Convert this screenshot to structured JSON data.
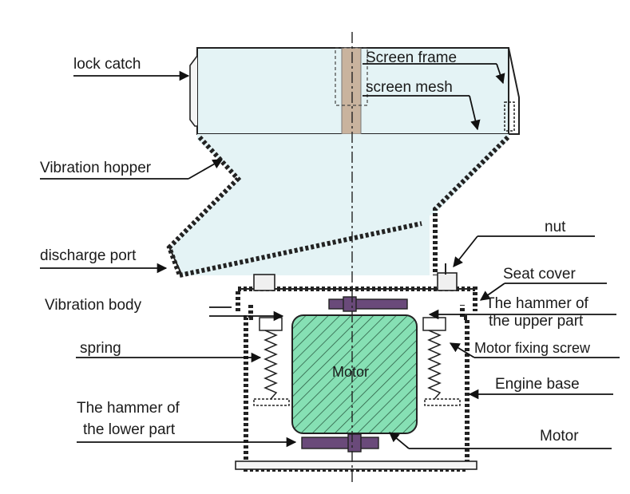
{
  "labels": {
    "lock_catch": "lock catch",
    "screen_frame": "Screen frame",
    "screen_mesh": "screen mesh",
    "vibration_hopper": "Vibration hopper",
    "discharge_port": "discharge port",
    "nut": "nut",
    "seat_cover": "Seat cover",
    "vibration_body": "Vibration body",
    "hammer_upper_line1": "The hammer of",
    "hammer_upper_line2": "the upper part",
    "spring": "spring",
    "motor_fixing_screw": "Motor fixing screw",
    "engine_base": "Engine base",
    "hammer_lower_line1": "The hammer of",
    "hammer_lower_line2": "the lower part",
    "motor_label": "Motor",
    "motor_inner": "Motor"
  },
  "colors": {
    "hopper_fill": "#e4f3f5",
    "motor_fill": "#86e0b4",
    "hammer_fill": "#6a4a7a",
    "mesh_fill": "#c9b39e",
    "wall_stroke": "#222222"
  }
}
